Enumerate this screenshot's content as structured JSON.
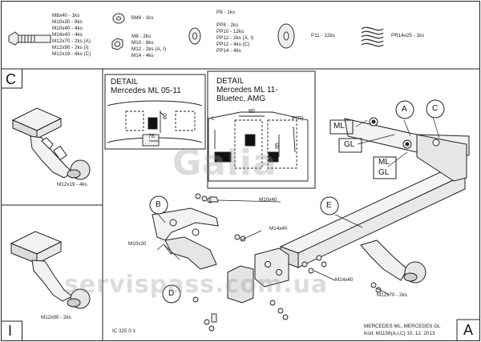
{
  "hardware": {
    "bolts": [
      "M8x40 - 1ks",
      "M10x30 - 8ks",
      "M10x40 - 4ks",
      "M14x40 - 4ks",
      "M12x70 - 2ks (A)",
      "M12x90 - 2ks (I)",
      "M12x19 - 4ks (C)"
    ],
    "washer_sm8": "SM8 - 1ks",
    "nuts": [
      "M8 - 2ks",
      "M10 - 8ks",
      "M12 - 2ks (A, I)",
      "M14 - 4ks"
    ],
    "washers_p": [
      "P8 - 1ks",
      "PP8 - 2ks",
      "PP10 - 12ks",
      "PP12 - 2ks (A, I)",
      "PP12 - 4ks (C)",
      "PP14 - 4ks"
    ],
    "washer_p11": "P11 - 12ks",
    "spring_washer": "PR14x25 - 1ks"
  },
  "panels": {
    "c_letter": "C",
    "c_bolt": "M12x19 - 4ks",
    "i_letter": "I",
    "i_bolt": "M12x90 - 2ks"
  },
  "detail1": {
    "title_line1": "DETAIL",
    "title_line2": "Mercedes ML 05-11",
    "dim_h": "80",
    "dim_w": "76"
  },
  "detail2": {
    "title_line1": "DETAIL",
    "title_line2": "Mercedes ML 11-",
    "title_line3": "Bluetec, AMG",
    "dim_w": "80",
    "dim_h": "95",
    "side_l": "L",
    "side_pr": "P(R)"
  },
  "callouts": {
    "a": "A",
    "b": "B",
    "c": "C",
    "d": "D",
    "e": "E",
    "ml": "ML",
    "gl": "GL",
    "ml2": "ML",
    "gl2": "GL"
  },
  "labels": {
    "m10x40": "M10x40",
    "m14x40_a": "M14x40",
    "m10x30": "M10x30",
    "m14x40_b": "M14x40",
    "m12x70": "M12x70 - 2ks"
  },
  "footer": {
    "code": "IC 325 0 1",
    "model": "MERCEDES ML, MERCEDES GL",
    "kod": "Kód: M1156(A,I,C)  10. 12. 2013",
    "corner_letter": "A"
  },
  "watermark": {
    "logo": "Galia",
    "site": "servispass.com.ua"
  }
}
